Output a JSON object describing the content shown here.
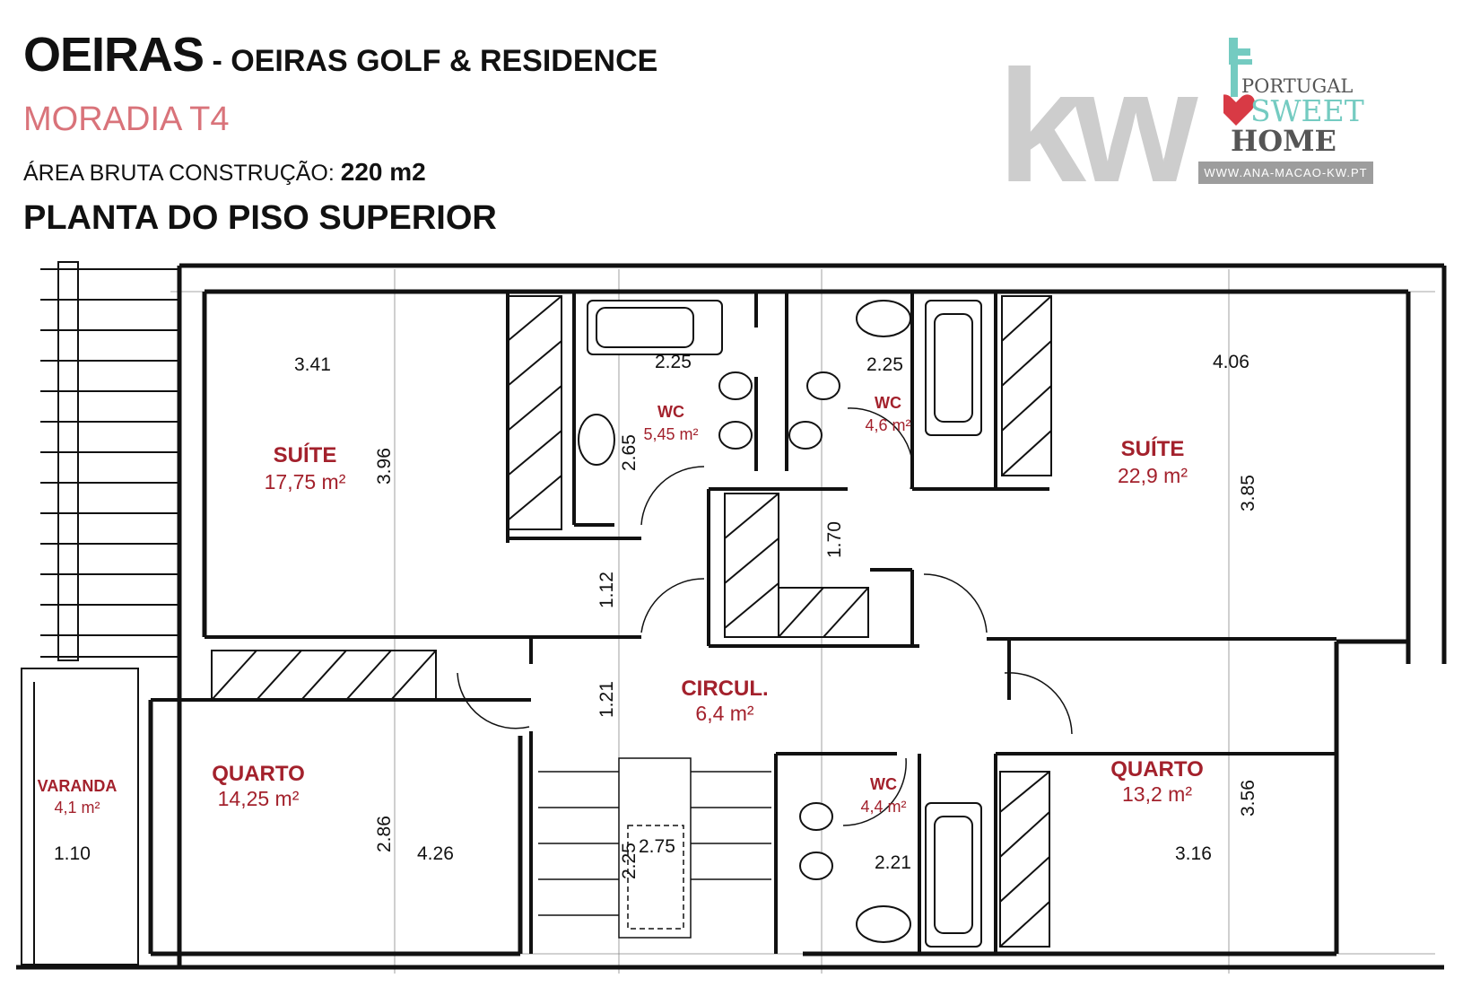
{
  "header": {
    "city": "OEIRAS",
    "development": " - OEIRAS GOLF & RESIDENCE",
    "property_type": "MORADIA T4",
    "area_label": "ÁREA BRUTA CONSTRUÇÃO:",
    "area_value": "220 m2",
    "plan_title": "PLANTA DO PISO SUPERIOR"
  },
  "logos": {
    "kw": "kw",
    "kw_registered": "®",
    "brand_line1": "PORTUGAL",
    "brand_line2": "SWEET",
    "brand_line3": "HOME",
    "website": "WWW.ANA-MACAO-KW.PT"
  },
  "rooms": {
    "suite_left": {
      "name": "SUÍTE",
      "area": "17,75 m²"
    },
    "wc_left": {
      "name": "WC",
      "area": "5,45 m²"
    },
    "wc_mid": {
      "name": "WC",
      "area": "4,6 m²"
    },
    "suite_right": {
      "name": "SUÍTE",
      "area": "22,9 m²"
    },
    "circulation": {
      "name": "CIRCUL.",
      "area": "6,4 m²"
    },
    "quarto_left": {
      "name": "QUARTO",
      "area": "14,25 m²"
    },
    "varanda": {
      "name": "VARANDA",
      "area": "4,1 m²"
    },
    "wc_lower": {
      "name": "WC",
      "area": "4,4 m²"
    },
    "quarto_right": {
      "name": "QUARTO",
      "area": "13,2 m²"
    }
  },
  "dimensions": {
    "d341": "3.41",
    "d396": "3.96",
    "d225a": "2.25",
    "d265": "2.65",
    "d225b": "2.25",
    "d406": "4.06",
    "d385": "3.85",
    "d170": "1.70",
    "d112": "1.12",
    "d121": "1.21",
    "d110": "1.10",
    "d286": "2.86",
    "d426": "4.26",
    "d275": "2.75",
    "d225c": "2.25",
    "d221": "2.21",
    "d316": "3.16",
    "d356": "3.56"
  },
  "colors": {
    "room_label": "#a3212c",
    "subtitle": "#d9737a",
    "logo_grey": "#cdcdcd",
    "brand_teal": "#74cbc1",
    "heart_red": "#d83a45"
  }
}
